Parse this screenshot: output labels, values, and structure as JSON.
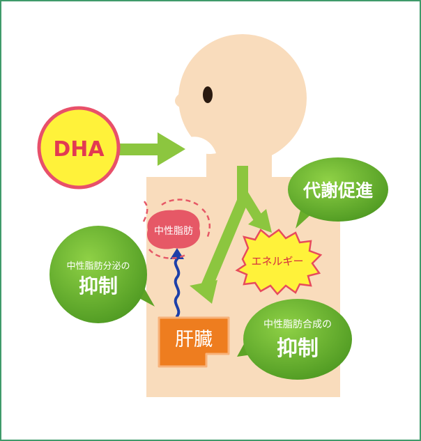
{
  "input": {
    "label": "DHA"
  },
  "effects": {
    "metabolism": "代謝促進",
    "energy": "エネルギー",
    "triglyceride": "中性脂肪",
    "liver": "肝臓",
    "secretion_suppress_top": "中性脂肪分泌の",
    "secretion_suppress_bottom": "抑制",
    "synthesis_suppress_top": "中性脂肪合成の",
    "synthesis_suppress_bottom": "抑制"
  },
  "colors": {
    "frame": "#3f9a6a",
    "skin": "#f9dcbc",
    "arrow_green": "#8cc63f",
    "bubble_green": "#6aae2b",
    "dha_fill": "#fff23a",
    "dha_ring": "#e8506a",
    "liver": "#ee7d1f",
    "fat_red": "#e65866",
    "energy_fill": "#fff23a",
    "energy_stroke": "#e74b5c",
    "blue_arrow": "#1d3fa8"
  }
}
